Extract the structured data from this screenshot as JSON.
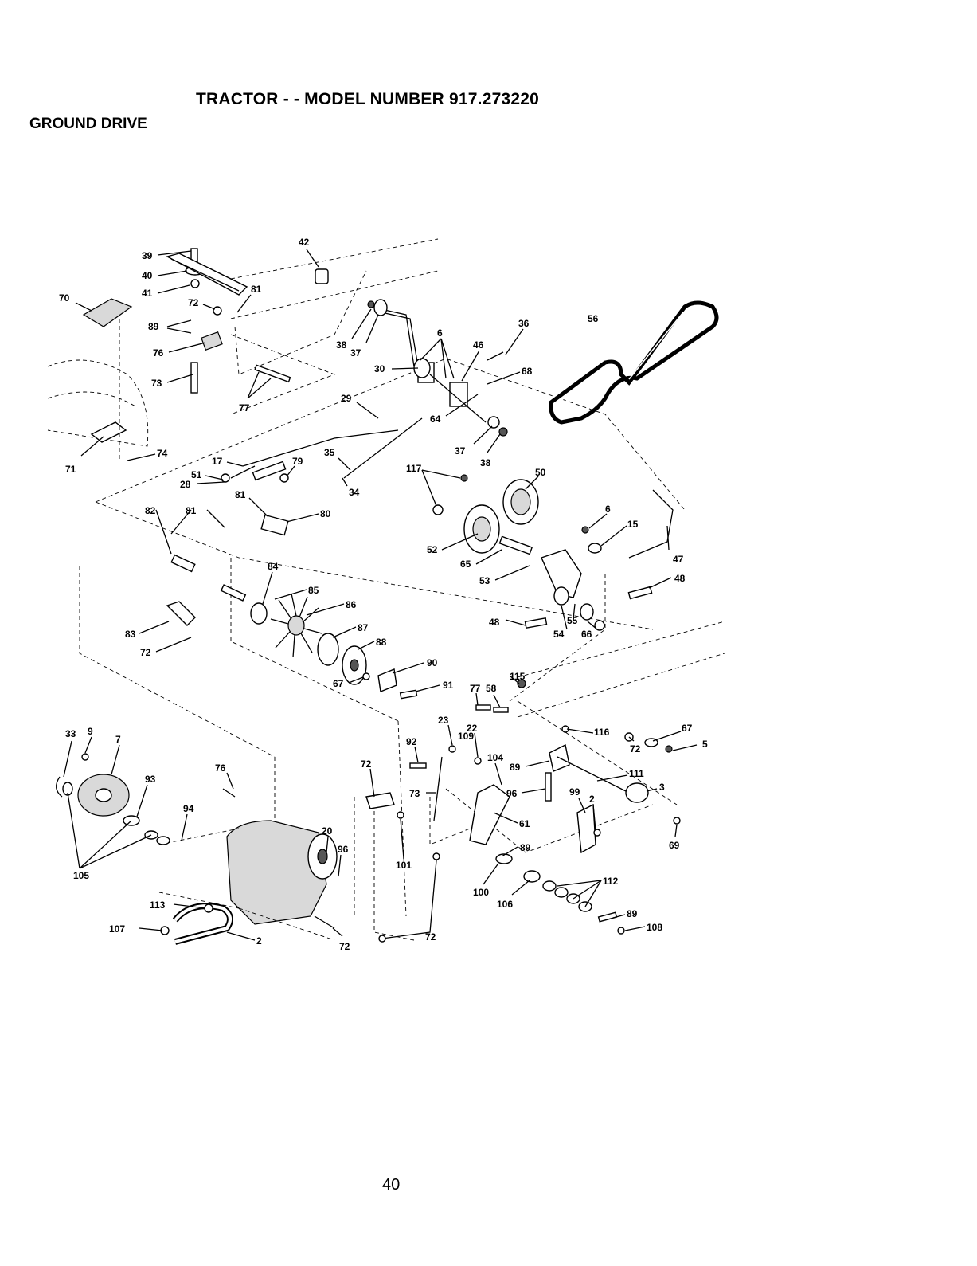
{
  "header": {
    "title": "TRACTOR - - MODEL NUMBER 917.273220",
    "section": "GROUND DRIVE"
  },
  "footer": {
    "page_number": "40"
  },
  "callouts": [
    "39",
    "40",
    "41",
    "42",
    "81",
    "70",
    "72",
    "89",
    "76",
    "73",
    "77",
    "38",
    "37",
    "6",
    "36",
    "56",
    "46",
    "30",
    "68",
    "29",
    "64",
    "37",
    "38",
    "71",
    "74",
    "17",
    "79",
    "51",
    "28",
    "35",
    "34",
    "117",
    "50",
    "81",
    "82",
    "81",
    "80",
    "6",
    "15",
    "52",
    "65",
    "53",
    "47",
    "48",
    "84",
    "85",
    "86",
    "48",
    "55",
    "54",
    "66",
    "87",
    "88",
    "83",
    "72",
    "90",
    "115",
    "67",
    "91",
    "77",
    "58",
    "33",
    "9",
    "7",
    "116",
    "67",
    "5",
    "72",
    "92",
    "23",
    "22",
    "104",
    "72",
    "109",
    "76",
    "89",
    "111",
    "3",
    "93",
    "73",
    "96",
    "99",
    "2",
    "94",
    "61",
    "20",
    "96",
    "89",
    "69",
    "105",
    "101",
    "112",
    "100",
    "106",
    "113",
    "89",
    "108",
    "107",
    "2",
    "72"
  ]
}
